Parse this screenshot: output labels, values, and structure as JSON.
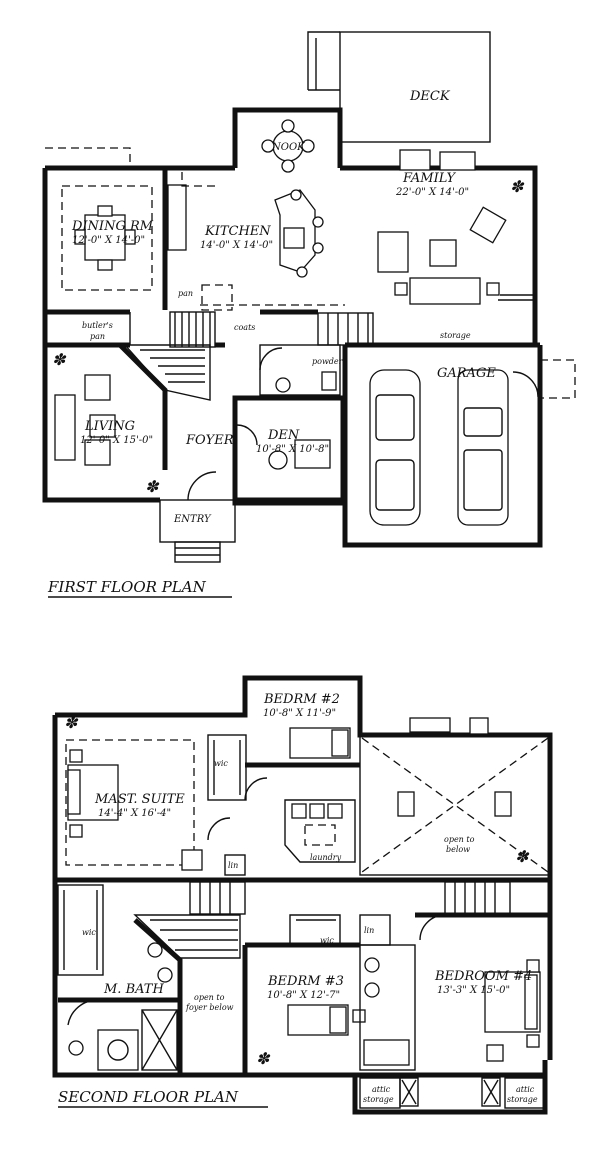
{
  "first_floor": {
    "title": "FIRST FLOOR PLAN",
    "rooms": {
      "deck": "DECK",
      "nook": "NOOK",
      "family": "FAMILY",
      "family_dim": "22'-0\" X 14'-0\"",
      "dining": "DINING RM",
      "dining_dim": "12'-0\" X 14'-0\"",
      "kitchen": "KITCHEN",
      "kitchen_dim": "14'-0\" X 14'-0\"",
      "pan": "pan",
      "coats": "coats",
      "butlers_pan": "butler's",
      "butlers_pan2": "pan",
      "powder": "powder",
      "storage": "storage",
      "garage": "GARAGE",
      "living": "LIVING",
      "living_dim": "12'-0\" X 15'-0\"",
      "foyer": "FOYER",
      "den": "DEN",
      "den_dim": "10'-8\" X 10'-8\"",
      "entry": "ENTRY"
    }
  },
  "second_floor": {
    "title": "SECOND FLOOR PLAN",
    "rooms": {
      "bedrm2": "BEDRM #2",
      "bedrm2_dim": "10'-8\" X 11'-9\"",
      "wic_top": "wic",
      "mast_suite": "MAST. SUITE",
      "mast_suite_dim": "14'-4\" X 16'-4\"",
      "lin_top": "lin",
      "laundry": "laundry",
      "open_below": "open to",
      "open_below2": "below",
      "wic_left": "wic",
      "mbath": "M. BATH",
      "open_foyer": "open to",
      "open_foyer2": "foyer below",
      "wic_mid": "wic",
      "lin_mid": "lin",
      "bedrm3": "BEDRM #3",
      "bedrm3_dim": "10'-8\" X 12'-7\"",
      "bedroom4": "BEDROOM #4",
      "bedroom4_dim": "13'-3\" X 15'-0\"",
      "attic1": "attic",
      "attic1b": "storage",
      "attic2": "attic",
      "attic2b": "storage"
    }
  }
}
